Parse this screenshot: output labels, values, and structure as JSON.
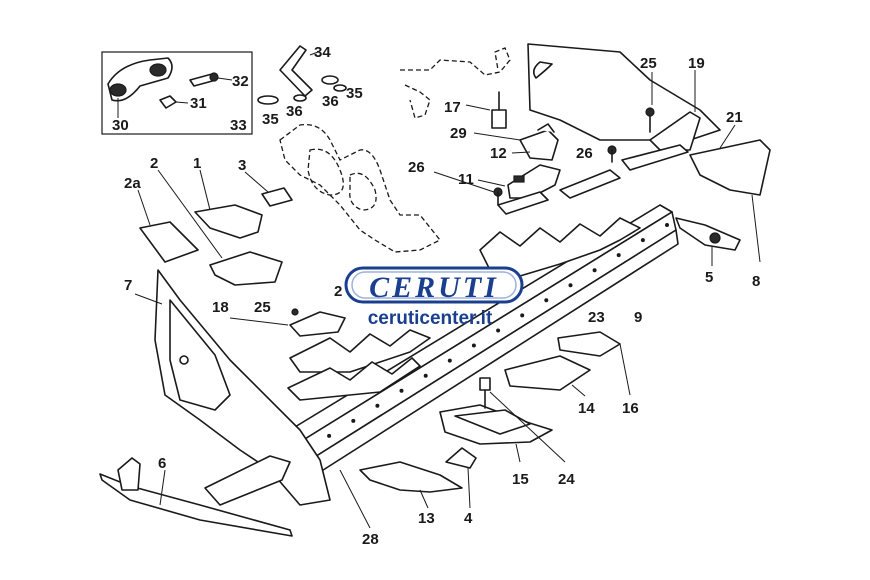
{
  "watermark": {
    "brand": "CERUTI",
    "url": "ceruticenter.it",
    "color": "#1b3f8f"
  },
  "callouts": [
    "1",
    "2",
    "2a",
    "3",
    "4",
    "5",
    "6",
    "7",
    "8",
    "9",
    "11",
    "12",
    "13",
    "14",
    "15",
    "16",
    "17",
    "18",
    "19",
    "21",
    "23",
    "24",
    "25",
    "25",
    "26",
    "26",
    "28",
    "29",
    "30",
    "31",
    "32",
    "33",
    "34",
    "35",
    "35",
    "36",
    "36",
    "2"
  ]
}
